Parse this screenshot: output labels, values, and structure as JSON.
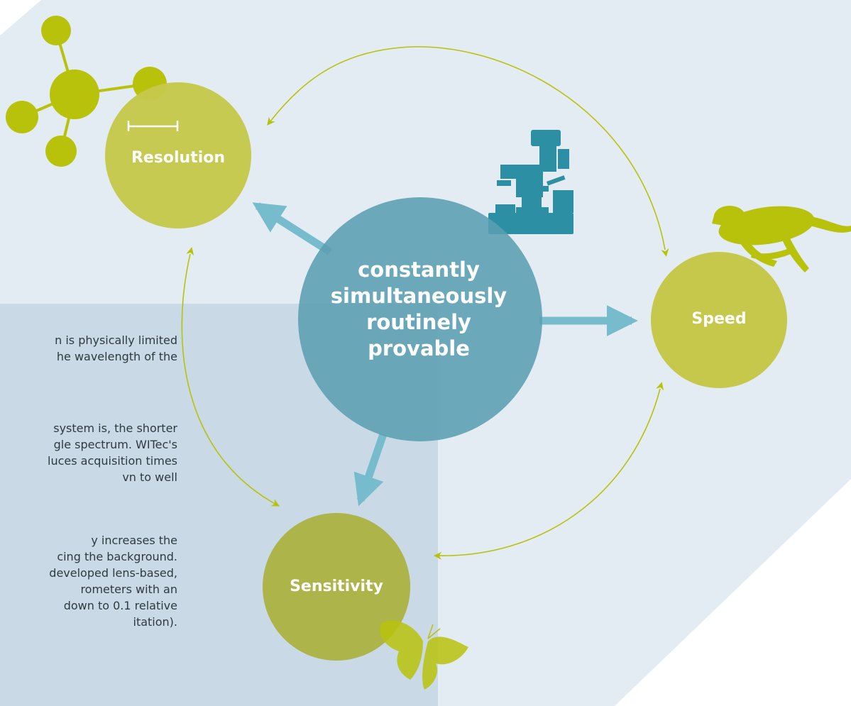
{
  "diagram": {
    "center_words": [
      "constantly",
      "simultaneously",
      "routinely",
      "provable"
    ],
    "nodes": {
      "resolution": "Resolution",
      "speed": "Speed",
      "sensitivity": "Sensitivity"
    },
    "side_text": {
      "paragraph_1": [
        "n is physically limited",
        "he wavelength of the"
      ],
      "paragraph_2": [
        "system is, the shorter",
        "gle spectrum. WITec's",
        "luces acquisition times",
        "vn to well"
      ],
      "paragraph_3": [
        "y increases the",
        "cing the background.",
        "developed lens-based,",
        "rometers with an",
        "down to 0.1 relative",
        "itation)."
      ]
    }
  },
  "colors": {
    "page_background": "#ffffff",
    "diagram_background": "#e3ecf3",
    "panel_background": "#c9dae6",
    "node_green": "#c5c84a",
    "node_green_on_panel": "#adb44a",
    "center_teal": "#5a9eb2",
    "icon_teal": "#2c8fa4",
    "arrow_teal": "#77bccc",
    "accent_green": "#b8c20a"
  },
  "icons": [
    "molecule-icon",
    "scale-bar-icon",
    "microscope-icon",
    "cheetah-icon",
    "butterfly-icon"
  ]
}
